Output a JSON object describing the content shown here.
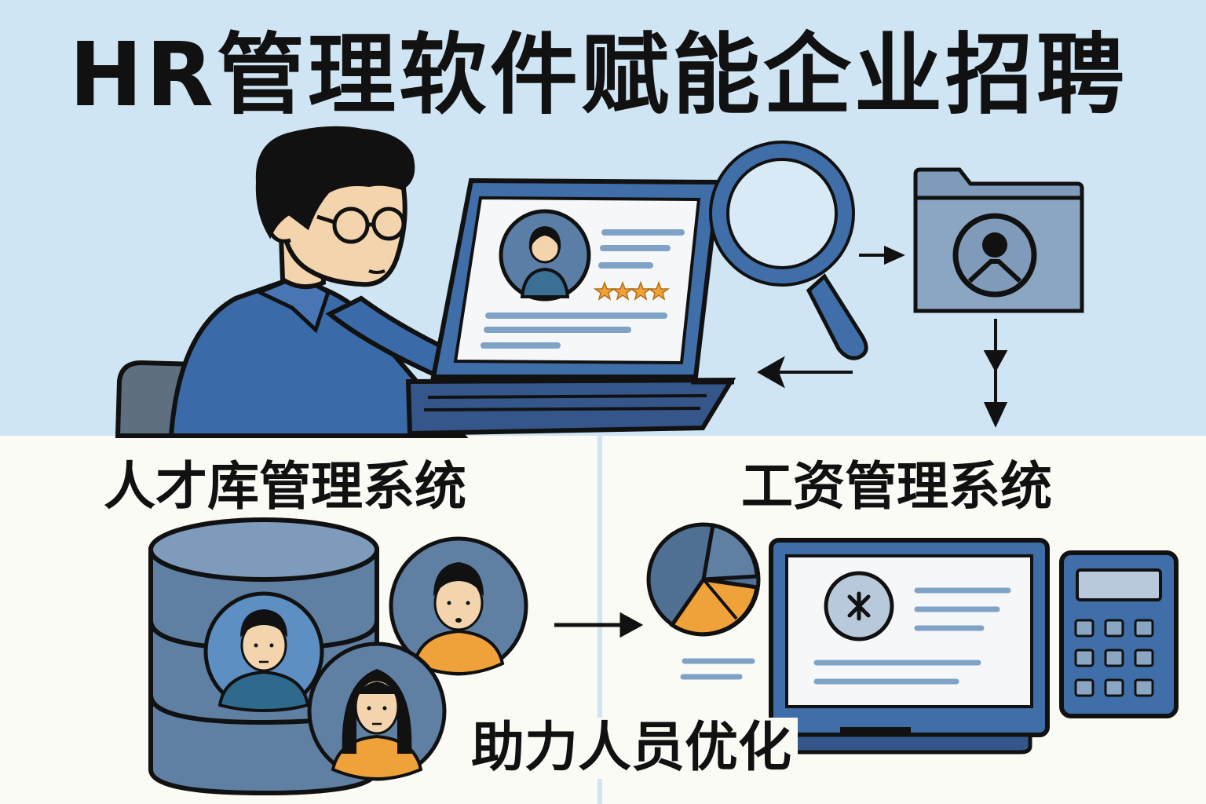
{
  "title": "HR管理软件赋能企业招聘",
  "sections": {
    "talent_pool": "人才库管理系统",
    "payroll": "工资管理系统"
  },
  "caption": "助力人员优化",
  "candidate_rating_stars": 4,
  "colors": {
    "top_background": "#cfe5f3",
    "bottom_background": "#fbfbf6",
    "primary_blue": "#3f6ea8",
    "slate_blue": "#5f7fa3",
    "accent_orange": "#f0a23a",
    "outline": "#111111"
  },
  "icons": [
    "hr-recruiter",
    "laptop",
    "candidate-avatar",
    "rating-stars",
    "magnifier-icon",
    "profile-folder-icon",
    "database-icon",
    "pie-chart-icon",
    "calculator-icon",
    "arrow-icon"
  ]
}
